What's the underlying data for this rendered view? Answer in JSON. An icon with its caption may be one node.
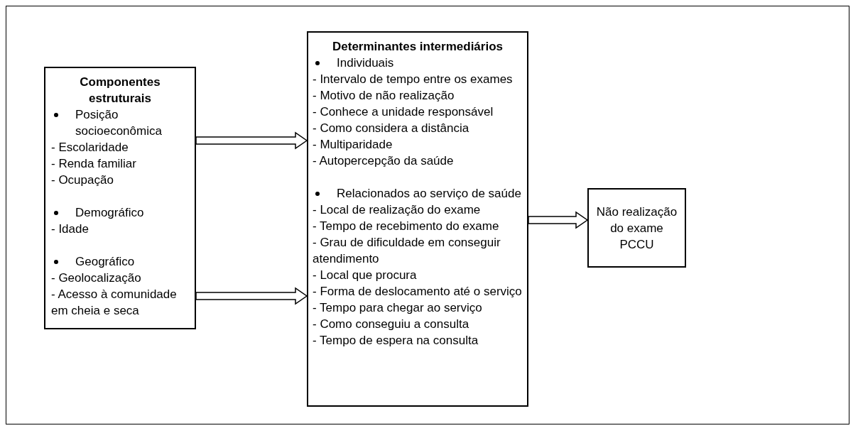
{
  "diagram": {
    "nodes": [
      {
        "text": [
          "Componentes estruturais",
          "Posição socioeconômica",
          "- Escolaridade",
          "- Renda familiar",
          "- Ocupação",
          "Demográfico",
          "- Idade",
          "Geográfico",
          "- Geolocalização",
          "- Acesso à comunidade em cheia e seca"
        ]
      },
      {
        "text": [
          "Determinantes intermediários",
          "Individuais",
          "- Intervalo de tempo entre os exames",
          "- Motivo de não realização",
          "- Conhece a unidade responsável",
          "- Como considera a distância",
          "- Multiparidade",
          "- Autopercepção da saúde",
          "Relacionados ao serviço de saúde",
          "- Local de realização do exame",
          "- Tempo de recebimento do exame",
          "- Grau de dificuldade em conseguir atendimento",
          "- Local que procura",
          "- Forma de deslocamento até o serviço",
          "- Tempo para chegar ao serviço",
          "- Como conseguiu a consulta",
          "- Tempo de espera na consulta"
        ]
      },
      {
        "text": [
          "Não realização do exame PCCU"
        ]
      }
    ],
    "edges": [
      {
        "from": 0,
        "to": 1,
        "arrow": "to"
      },
      {
        "from": 0,
        "to": 1,
        "arrow": "to"
      },
      {
        "from": 1,
        "to": 2,
        "arrow": "to"
      }
    ]
  }
}
